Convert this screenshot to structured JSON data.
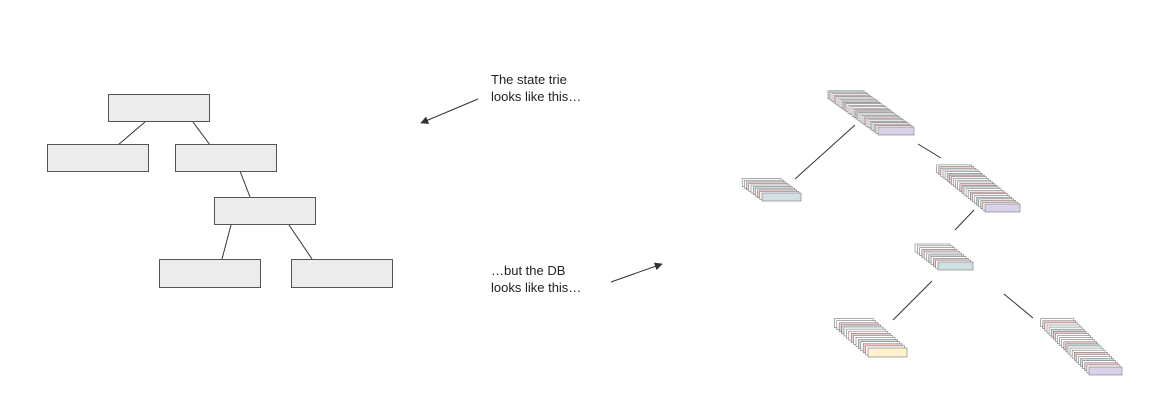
{
  "captions": {
    "top": {
      "line1": "The state trie",
      "line2": "looks like this…"
    },
    "bottom": {
      "line1": "…but the DB",
      "line2": "looks like this…"
    }
  },
  "colors": {
    "node_fill": "#ececec",
    "node_stroke": "#555555",
    "edge": "#333333",
    "card_border": "#777777",
    "tint_lavender": "#d9d2e9",
    "tint_blue": "#d0e0e3",
    "tint_yellow": "#fff2cc",
    "tint_pink": "#f4cccc"
  },
  "simple_tree": {
    "nodes": [
      "root",
      "left",
      "right",
      "mid",
      "bottom-left",
      "bottom-right"
    ],
    "edges": [
      [
        "root",
        "left"
      ],
      [
        "root",
        "right"
      ],
      [
        "right",
        "mid"
      ],
      [
        "mid",
        "bottom-left"
      ],
      [
        "mid",
        "bottom-right"
      ]
    ]
  },
  "db_tree": {
    "stacks": [
      {
        "id": "top",
        "tint": "lavender"
      },
      {
        "id": "left",
        "tint": "blue"
      },
      {
        "id": "right",
        "tint": "lavender"
      },
      {
        "id": "mid",
        "tint": "blue"
      },
      {
        "id": "bottom-left",
        "tint": "yellow"
      },
      {
        "id": "bottom-right",
        "tint": "lavender"
      }
    ]
  }
}
